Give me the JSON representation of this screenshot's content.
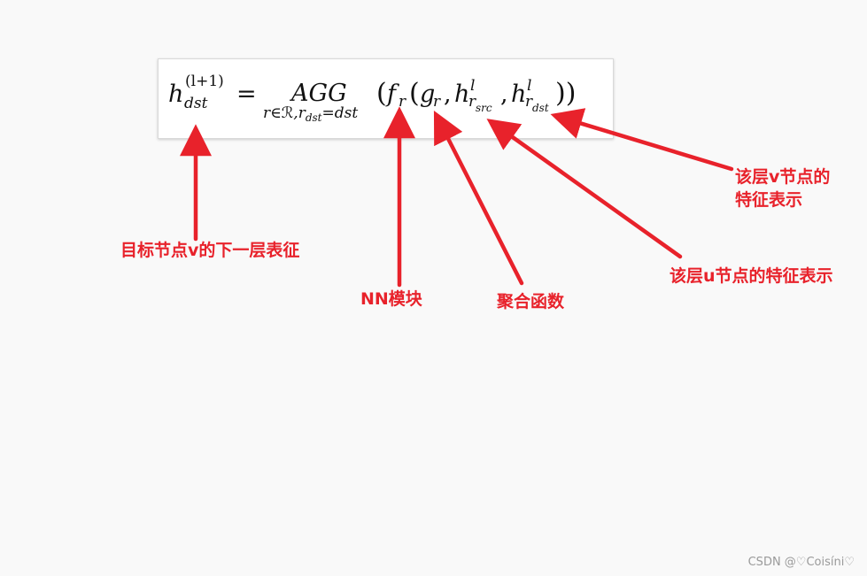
{
  "formula": {
    "h": "h",
    "h_super": "(l+1)",
    "h_sub": "dst",
    "equals": "=",
    "agg": "AGG",
    "agg_sub_r": "r∈",
    "agg_sub_calR": "ℛ",
    "agg_sub_comma": ",",
    "agg_sub_r2": "r",
    "agg_sub_r2_sub": "dst",
    "agg_sub_eq": "=dst",
    "lparen1": "(",
    "f": "f",
    "f_sub": "r",
    "lparen2": "(",
    "g": "g",
    "g_sub": "r",
    "comma1": ",",
    "h_src": "h",
    "h_src_super": "l",
    "h_src_sub": "r",
    "h_src_subsub": "src",
    "comma2": ",",
    "h_dst": "h",
    "h_dst_super": "l",
    "h_dst_sub": "r",
    "h_dst_subsub": "dst",
    "rparen": "))"
  },
  "annotations": {
    "target_next_layer": "目标节点v的下一层表征",
    "nn_module": "NN模块",
    "aggregate_function": "聚合函数",
    "u_node_features": "该层u节点的特征表示",
    "v_node_features_line1": "该层v节点的",
    "v_node_features_line2": "特征表示"
  },
  "colors": {
    "annotation": "#e8222b",
    "arrow": "#e8222b"
  },
  "watermark": "CSDN @♡Coisíni♡"
}
